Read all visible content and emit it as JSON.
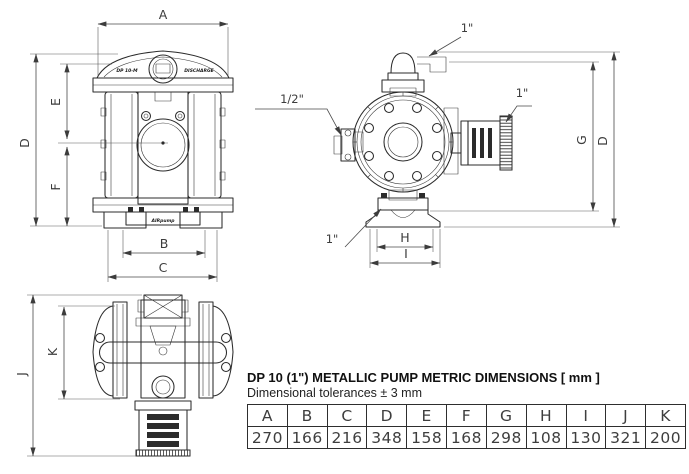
{
  "title_block": {
    "title": "DP 10 (1\") METALLIC PUMP METRIC DIMENSIONS [ mm ]",
    "tolerance_note": "Dimensional tolerances ± 3 mm"
  },
  "dimensions_table": {
    "headers": [
      "A",
      "B",
      "C",
      "D",
      "E",
      "F",
      "G",
      "H",
      "I",
      "J",
      "K"
    ],
    "values_mm": [
      "270",
      "166",
      "216",
      "348",
      "158",
      "168",
      "298",
      "108",
      "130",
      "321",
      "200"
    ]
  },
  "dimension_labels": {
    "A": "A",
    "B": "B",
    "C": "C",
    "D": "D",
    "E": "E",
    "F": "F",
    "G": "G",
    "H": "H",
    "I": "I",
    "J": "J",
    "K": "K"
  },
  "port_labels": {
    "air_inlet": "1/2\"",
    "discharge": "1\"",
    "exhaust": "1\"",
    "suction": "1\""
  },
  "markings": {
    "model": "DP 10-M",
    "discharge_text": "DISCHARGE",
    "brand": "AIRpump"
  }
}
